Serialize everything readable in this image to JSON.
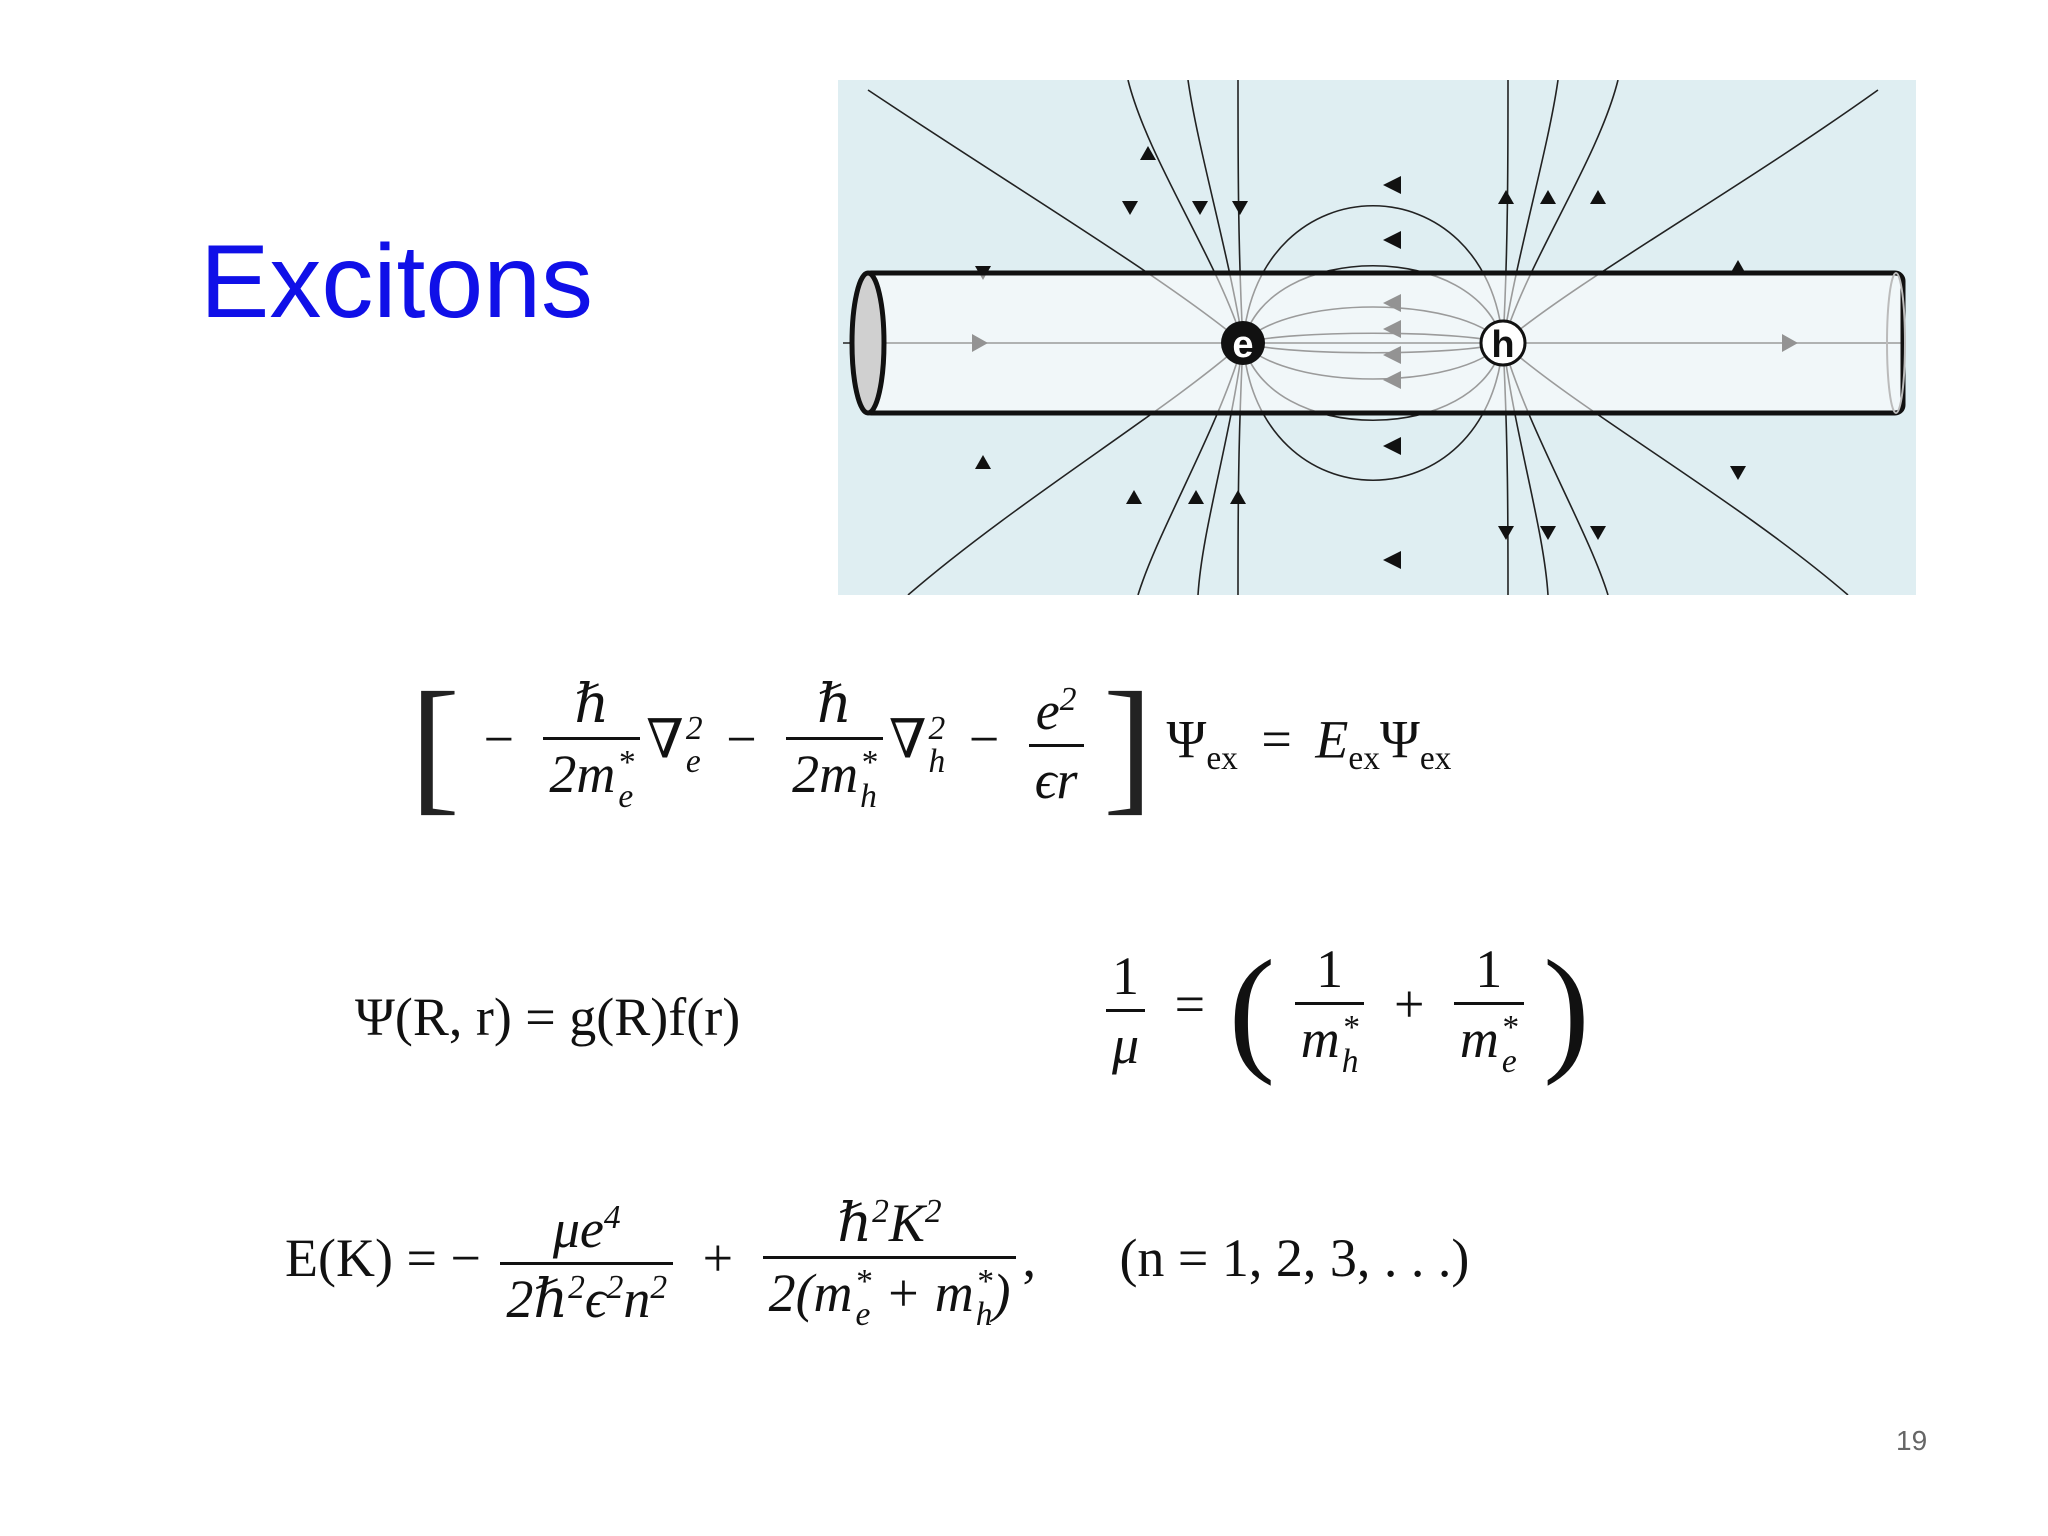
{
  "slide": {
    "title": "Excitons",
    "page_number": "19"
  },
  "figure": {
    "background_color": "#dfeef2",
    "electron_label": "e",
    "hole_label": "h"
  },
  "equations": {
    "schrodinger": {
      "hbar_1": "ℏ",
      "den_1_base": "2m",
      "nabla_e": "∇",
      "hbar_2": "ℏ",
      "den_2_base": "2m",
      "nabla_h": "∇",
      "num_3": "e",
      "den_3": "ϵr",
      "psi_lhs": "Ψ",
      "sub_ex": "ex",
      "equals": "=",
      "energy": "E",
      "psi_rhs": "Ψ"
    },
    "wavefunction": {
      "lhs": "Ψ(R, r) = g(R)f(r)"
    },
    "reduced_mass": {
      "num": "1",
      "mu": "μ",
      "one_a": "1",
      "m_a": "m",
      "one_b": "1",
      "m_b": "m"
    },
    "dispersion": {
      "lhs": "E(K) = −",
      "num_1": "μe",
      "den_1": "2ℏ",
      "num_2": "ℏ",
      "den_2": "2(m",
      "range": "(n = 1, 2, 3, . . .)"
    }
  }
}
